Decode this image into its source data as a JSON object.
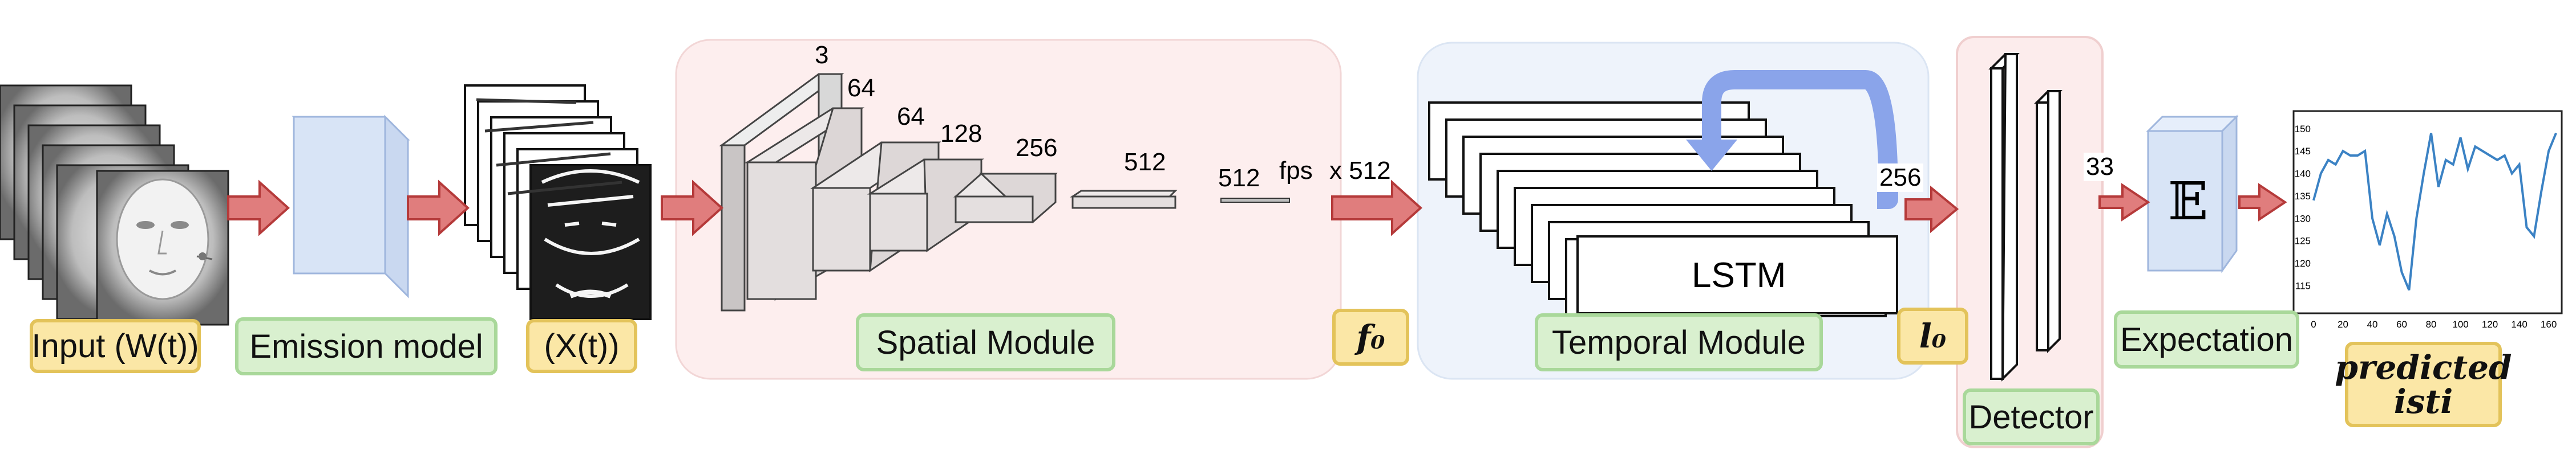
{
  "labels": {
    "input": "Input (W(t))",
    "emission": "Emission model",
    "xt": "(X(t))",
    "spatial": "Spatial Module",
    "f0": "f₀",
    "temporal": "Temporal Module",
    "l0": "l₀",
    "detector": "Detector",
    "expectation": "Expectation",
    "predicted": "predicted isti",
    "lstm": "LSTM",
    "expectation_symbol": "𝔼"
  },
  "spatial_channels": [
    "3",
    "64",
    "64",
    "128",
    "256",
    "512",
    "512"
  ],
  "fps_label": "fps",
  "fps_times": "x 512",
  "lstm_out": "256",
  "detector_out": "33",
  "plot": {
    "yticks": [
      "150",
      "145",
      "140",
      "135",
      "130",
      "125",
      "120",
      "115"
    ],
    "xticks": [
      "0",
      "20",
      "40",
      "60",
      "80",
      "100",
      "120",
      "140",
      "160"
    ],
    "line_color": "#3b82c4"
  },
  "chart_data": {
    "type": "line",
    "xlim": [
      0,
      165
    ],
    "ylim": [
      112,
      152
    ],
    "x": [
      0,
      5,
      10,
      15,
      20,
      25,
      30,
      35,
      40,
      45,
      50,
      55,
      60,
      65,
      70,
      75,
      80,
      85,
      90,
      95,
      100,
      105,
      110,
      115,
      120,
      125,
      130,
      135,
      140,
      145,
      150,
      155,
      160,
      165
    ],
    "values": [
      134,
      140,
      143,
      142,
      145,
      144,
      144,
      145,
      130,
      124,
      131,
      126,
      118,
      114,
      130,
      140,
      149,
      137,
      143,
      142,
      148,
      141,
      146,
      145,
      144,
      143,
      144,
      140,
      142,
      128,
      126,
      136,
      145,
      149
    ]
  }
}
